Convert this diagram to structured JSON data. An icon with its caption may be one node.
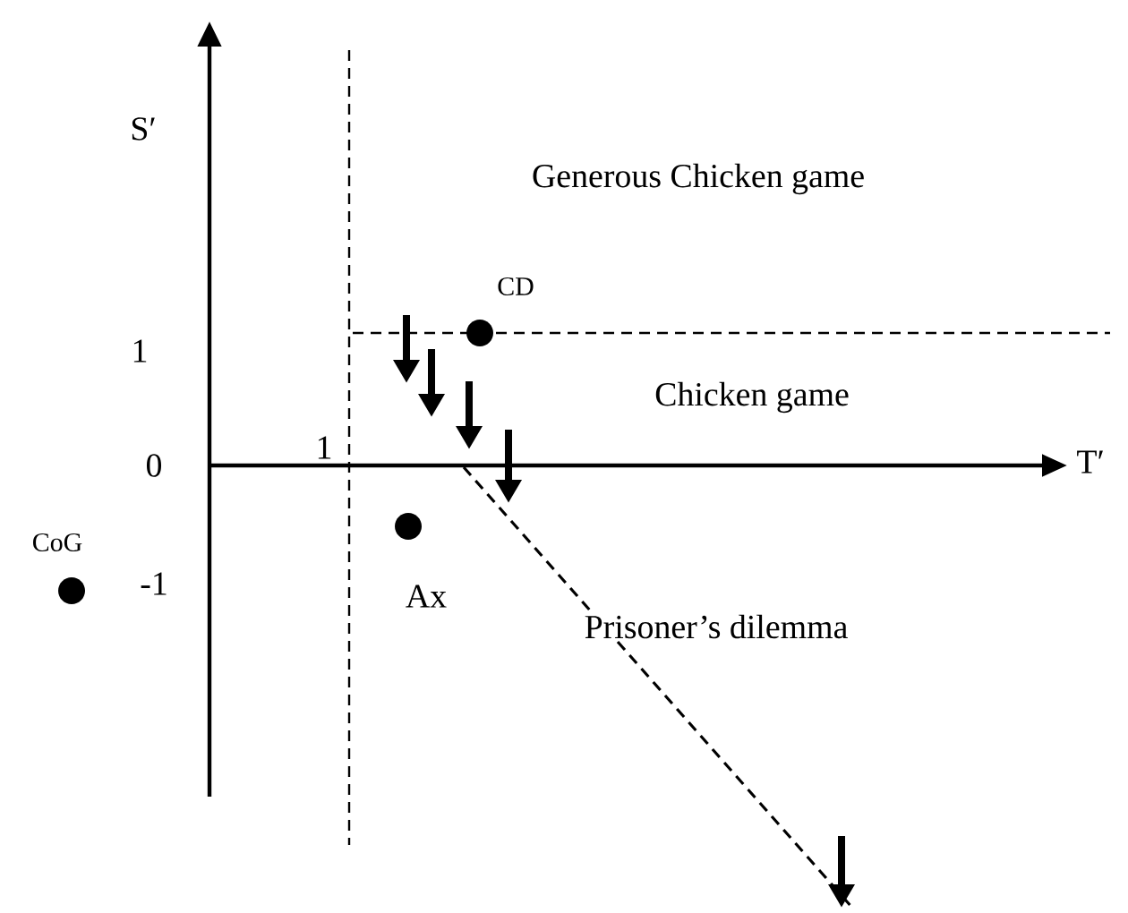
{
  "diagram": {
    "nodes": [
      {
        "text": [],
        "shape": "circle",
        "beside": [
          "CD"
        ]
      },
      {
        "text": [],
        "shape": "circle",
        "beside": [
          "Ax"
        ]
      },
      {
        "text": [],
        "shape": "circle",
        "beside": [
          "CoG"
        ]
      }
    ],
    "labels": [
      "S′",
      "Generous Chicken game",
      "1",
      "Chicken game",
      "0",
      "1",
      "T′",
      "-1",
      "Prisoner’s dilemma"
    ]
  }
}
